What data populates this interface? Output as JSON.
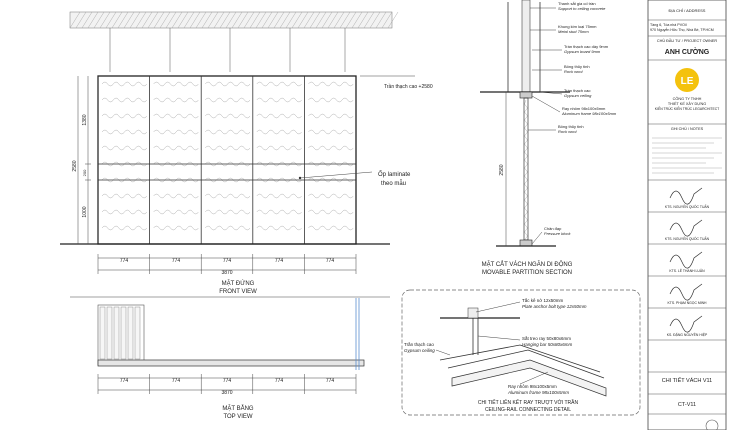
{
  "front_view": {
    "ceiling_level": "Trần thạch cao +2580",
    "laminate_note_1": "Ốp laminate",
    "laminate_note_2": "theo mẫu",
    "dims_bottom": [
      "774",
      "774",
      "774",
      "774",
      "774"
    ],
    "total_width": "3870",
    "height_total": "2580",
    "height_upper": "1380",
    "height_mid": "200",
    "height_lower": "1000",
    "title_vn": "MẶT ĐỨNG",
    "title_en": "FRONT VIEW"
  },
  "section": {
    "labels": [
      {
        "vn": "Thanh sắt gia cố trần",
        "en": "Support to ceiling concrete"
      },
      {
        "vn": "Khung kim loại 75mm",
        "en": "Metal stud 75mm"
      },
      {
        "vn": "Trần thạch cao dày 9mm",
        "en": "Gypsum board 9mm"
      },
      {
        "vn": "Bông thủy tinh",
        "en": "Rock wool"
      },
      {
        "vn": "Trần thạch cao",
        "en": "Gypsum ceiling"
      },
      {
        "vn": "Ray nhôm 98x100x5mm",
        "en": "Aluminum frame 98x100x5mm"
      },
      {
        "vn": "Bông thủy tinh",
        "en": "Rock wool"
      },
      {
        "vn": "Chân đạp",
        "en": "Pressure block"
      }
    ],
    "height": "2580",
    "title_vn": "MẶT CẮT VÁCH NGĂN DI ĐỘNG",
    "title_en": "MOVABLE PARTITION SECTION"
  },
  "top_view": {
    "dims_bottom": [
      "774",
      "774",
      "774",
      "774",
      "774"
    ],
    "total_width": "3870",
    "title_vn": "MẶT BẰNG",
    "title_en": "TOP VIEW"
  },
  "detail": {
    "plate_vn": "Tắc kê nở 12x50mm",
    "plate_en": "Plate anchor bolt type 12x50mm",
    "hanging_vn": "Sắt treo ray 50x80x6mm",
    "hanging_en": "Hanging bar 50x80x6mm",
    "ceiling_vn": "Trần thạch cao",
    "ceiling_en": "Gypsum ceiling",
    "rail_vn": "Ray nhôm 98x100x5mm",
    "rail_en": "Aluminum frame 98x100x5mm",
    "title_vn": "CHI TIẾT LIÊN KẾT RAY TRƯỢT VỚI TRẦN",
    "title_en": "CEILING-RAIL CONNECTING DETAIL"
  },
  "title_block": {
    "row_address": "ĐỊA CHỈ / ADDRESS",
    "address_1": "Tầng 6, Tòa nhà PVOil",
    "address_2": "970 Nguyễn Hữu Thọ, Nhà Bè, TP.HCM",
    "owner_label": "CHỦ ĐẦU TƯ / PROJECT OWNER",
    "owner_name": "ANH CƯỜNG",
    "company_1": "CÔNG TY TNHH",
    "company_2": "THIẾT KẾ XÂY DỰNG",
    "company_3": "KIẾN TRÚC KIẾN TRÚC LEGARCHITECT",
    "notes_label": "GHI CHÚ / NOTES",
    "sig_labels": [
      "KTS. NGUYỄN QUỐC TUẤN",
      "KTS. NGUYỄN QUỐC TUẤN",
      "KTS. LÊ THANH LUÂN",
      "KTS. PHẠM NGỌC MINH",
      "KS. ĐẶNG NGUYÊN HIỆP"
    ],
    "drawing_title": "CHI TIẾT VÁCH V11",
    "drawing_code": "CT-V11"
  }
}
